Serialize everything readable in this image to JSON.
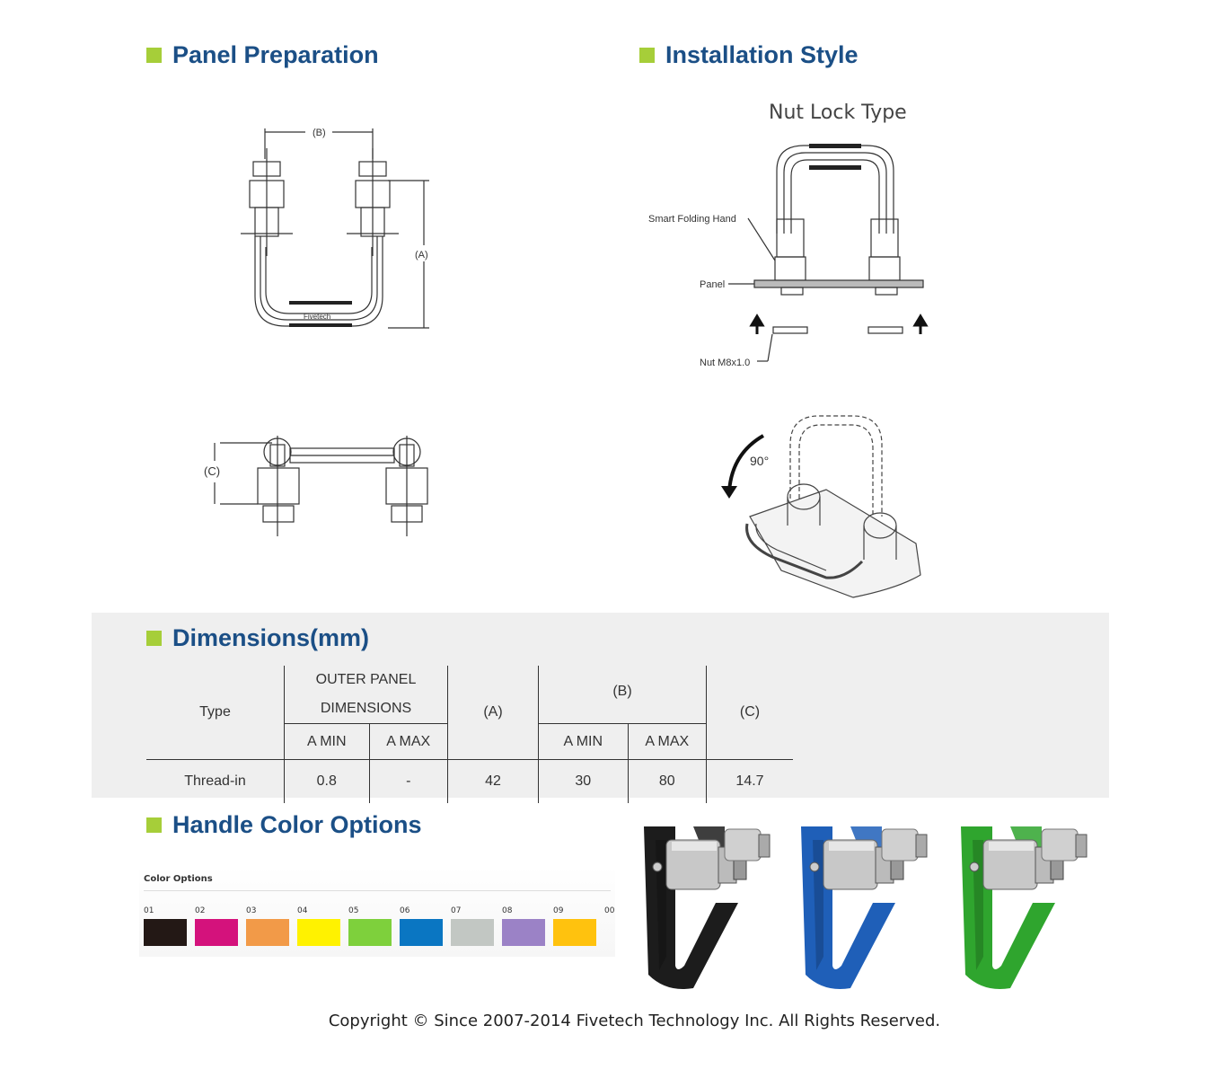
{
  "headings": {
    "panel_preparation": "Panel Preparation",
    "installation_style": "Installation Style",
    "dimensions": "Dimensions(mm)",
    "handle_color_options": "Handle Color Options"
  },
  "accent_color": "#a6ce39",
  "heading_color": "#1b4f86",
  "panel_diagram": {
    "label_b": "(B)",
    "label_a": "(A)",
    "label_c": "(C)",
    "brand_mark": "Fivetech"
  },
  "installation": {
    "title": "Nut Lock Type",
    "smart_folding_hand": "Smart Folding Hand",
    "panel": "Panel",
    "nut": "Nut M8x1.0",
    "rotation": "90°"
  },
  "dimensions_table": {
    "type_header": "Type",
    "outer_panel_line1": "OUTER PANEL",
    "outer_panel_line2": "DIMENSIONS",
    "a_header": "(A)",
    "b_header": "(B)",
    "c_header": "(C)",
    "sub_a_min_1": "A MIN",
    "sub_a_max_1": "A MAX",
    "sub_a_min_2": "A MIN",
    "sub_a_max_2": "A MAX",
    "row": {
      "type": "Thread-in",
      "outer_min": "0.8",
      "outer_max": "-",
      "a": "42",
      "b_min": "30",
      "b_max": "80",
      "c": "14.7"
    }
  },
  "color_options": {
    "title": "Color Options",
    "swatches": [
      {
        "code": "01",
        "color": "#231815"
      },
      {
        "code": "02",
        "color": "#d4127c"
      },
      {
        "code": "03",
        "color": "#f29a48"
      },
      {
        "code": "04",
        "color": "#fff200"
      },
      {
        "code": "05",
        "color": "#7ed03c"
      },
      {
        "code": "06",
        "color": "#0a76c2"
      },
      {
        "code": "07",
        "color": "#c2c7c3"
      },
      {
        "code": "08",
        "color": "#9b82c6"
      },
      {
        "code": "09",
        "color": "#ffc20e"
      },
      {
        "code": "00",
        "color": ""
      }
    ]
  },
  "handle_photos": [
    {
      "name": "black",
      "color": "#1c1c1c"
    },
    {
      "name": "blue",
      "color": "#1f5fb8"
    },
    {
      "name": "green",
      "color": "#2fa52e"
    }
  ],
  "copyright": "Copyright © Since 2007-2014 Fivetech Technology Inc. All Rights Reserved."
}
